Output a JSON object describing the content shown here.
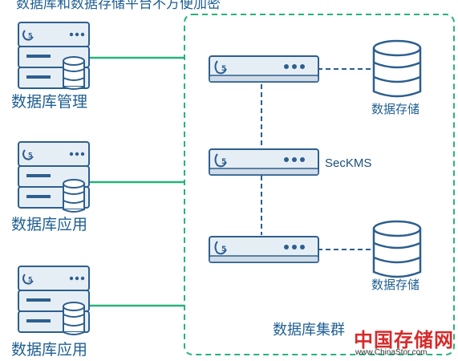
{
  "top_text": "数据库和数据存储平台不方便加密",
  "clients": [
    {
      "label": "数据库管理",
      "logo": "潮数"
    },
    {
      "label": "数据库应用",
      "logo": "潮数"
    },
    {
      "label": "数据库应用",
      "logo": "潮数"
    }
  ],
  "cluster": {
    "label": "数据库集群",
    "appliances": [
      {
        "logo": "潮数",
        "label": ""
      },
      {
        "logo": "潮数",
        "label": "SecKMS"
      },
      {
        "logo": "潮数",
        "label": ""
      }
    ],
    "storage": [
      {
        "label": "数据存储"
      },
      {
        "label": "数据存储"
      }
    ]
  },
  "watermark": {
    "main": "中国存储网",
    "url": "www.ChinaStor.com"
  },
  "colors": {
    "accent_green": "#27b37a",
    "server_fill": "#e6eef5",
    "server_stroke": "#2d5f8e",
    "icon_blue": "#1f5f92",
    "watermark_red": "#d62a2a"
  }
}
